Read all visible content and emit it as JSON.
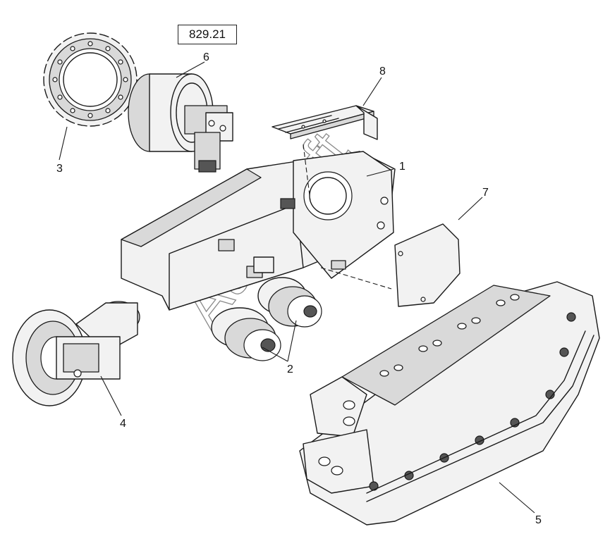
{
  "reference_number": "829.21",
  "watermark": "AutoSoft",
  "callouts": {
    "c1": "1",
    "c2": "2",
    "c3": "3",
    "c4": "4",
    "c5": "5",
    "c6": "6",
    "c7": "7",
    "c8": "8"
  }
}
